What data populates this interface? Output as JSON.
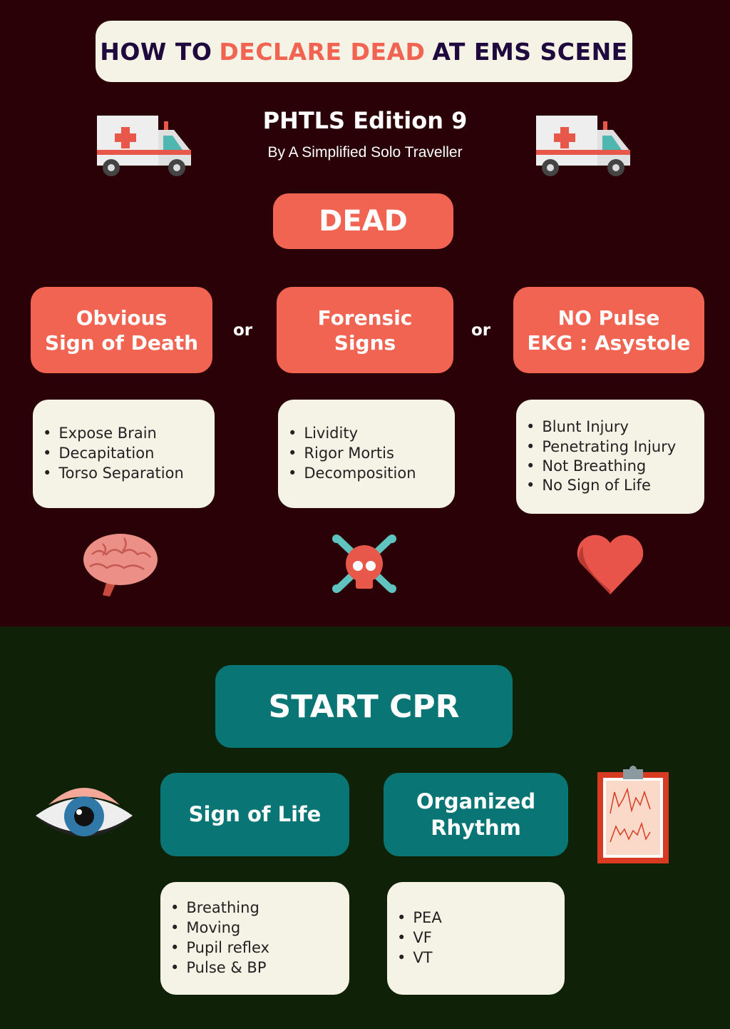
{
  "header": {
    "title_part1": "HOW TO",
    "title_highlight": "DECLARE DEAD",
    "title_part2": "AT EMS SCENE",
    "subtitle": "PHTLS Edition 9",
    "byline": "By A Simplified Solo Traveller"
  },
  "dead": {
    "label": "DEAD",
    "connector": "or",
    "categories": [
      {
        "title_line1": "Obvious",
        "title_line2": "Sign of Death",
        "items": [
          "Expose Brain",
          "Decapitation",
          "Torso Separation"
        ],
        "icon": "brain-icon"
      },
      {
        "title_line1": "Forensic",
        "title_line2": "Signs",
        "items": [
          "Lividity",
          "Rigor Mortis",
          "Decomposition"
        ],
        "icon": "skull-crossbones-icon"
      },
      {
        "title_line1": "NO Pulse",
        "title_line2": "EKG : Asystole",
        "items": [
          "Blunt Injury",
          "Penetrating Injury",
          "Not Breathing",
          "No Sign of Life"
        ],
        "icon": "heart-icon"
      }
    ]
  },
  "cpr": {
    "label": "START CPR",
    "categories": [
      {
        "title": "Sign of Life",
        "items": [
          "Breathing",
          "Moving",
          "Pupil reflex",
          "Pulse & BP"
        ],
        "icon": "eye-icon"
      },
      {
        "title_line1": "Organized",
        "title_line2": "Rhythm",
        "items": [
          "PEA",
          "VF",
          "VT"
        ],
        "icon": "ekg-clipboard-icon"
      }
    ]
  },
  "colors": {
    "top_bg": "#2a0107",
    "bottom_bg": "#0f2106",
    "coral": "#f26452",
    "teal": "#0a7575",
    "cream": "#f5f2e6",
    "title_text": "#1f0a3d"
  }
}
